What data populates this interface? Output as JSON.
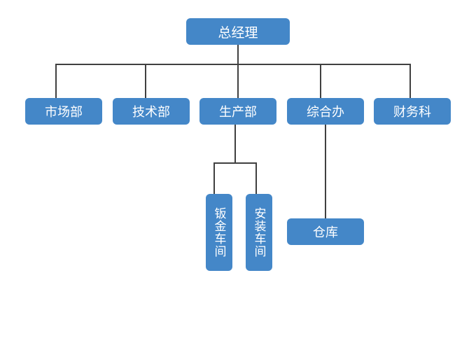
{
  "org_chart": {
    "root": {
      "label": "总经理"
    },
    "departments": [
      {
        "id": "market",
        "label": "市场部"
      },
      {
        "id": "tech",
        "label": "技术部"
      },
      {
        "id": "production",
        "label": "生产部"
      },
      {
        "id": "general-office",
        "label": "综合办"
      },
      {
        "id": "finance",
        "label": "财务科"
      }
    ],
    "production_children": [
      {
        "id": "sheet-metal",
        "label": "钣金车间"
      },
      {
        "id": "assembly",
        "label": "安装车间"
      }
    ],
    "general_office_children": [
      {
        "id": "warehouse",
        "label": "仓库"
      }
    ],
    "colors": {
      "node_fill": "#4487c8",
      "node_text": "#ffffff",
      "connector": "#404040"
    }
  }
}
